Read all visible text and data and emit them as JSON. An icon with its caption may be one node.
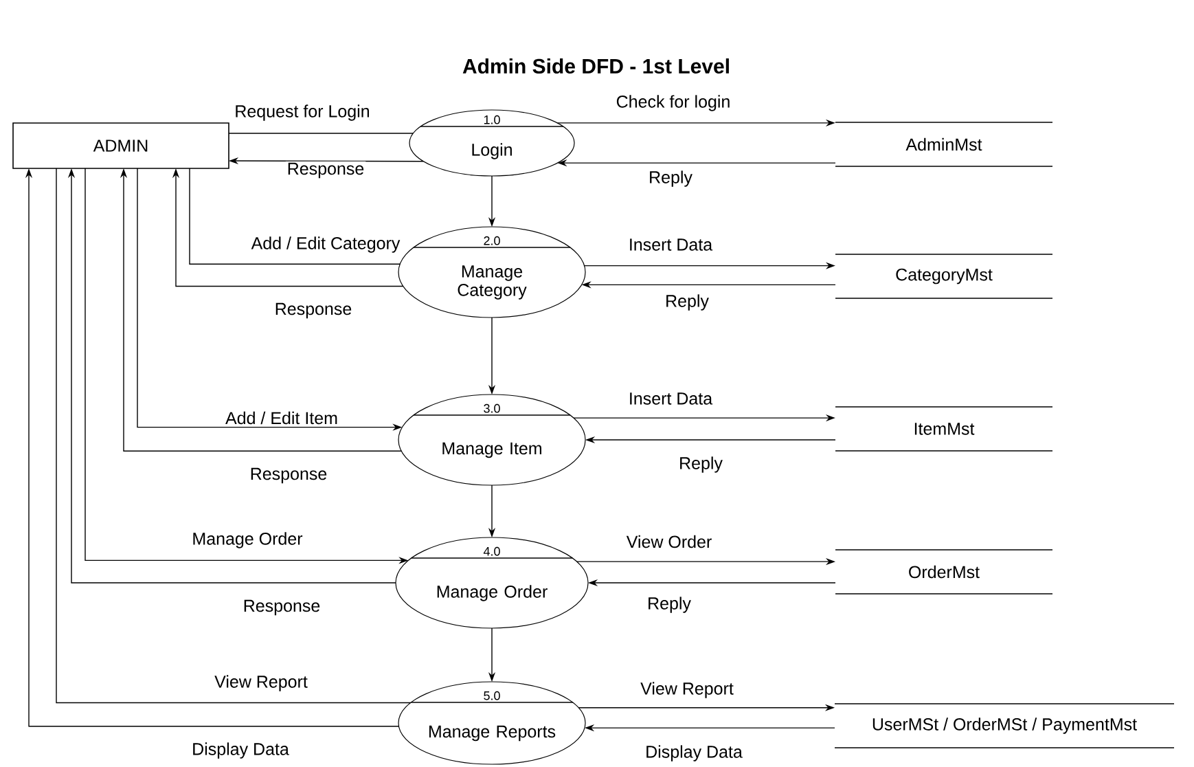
{
  "diagram": {
    "title": "Admin Side DFD - 1st Level",
    "nodes": [
      {
        "text": [
          "ADMIN"
        ]
      },
      {
        "text": [
          "1.0",
          "Login"
        ]
      },
      {
        "text": [
          "2.0",
          "Manage Category"
        ]
      },
      {
        "text": [
          "3.0",
          "Manage Item"
        ]
      },
      {
        "text": [
          "4.0",
          "Manage Order"
        ]
      },
      {
        "text": [
          "5.0",
          "Manage Reports"
        ]
      },
      {
        "text": [
          "AdminMst"
        ]
      },
      {
        "text": [
          "CategoryMst"
        ]
      },
      {
        "text": [
          "ItemMst"
        ]
      },
      {
        "text": [
          "OrderMst"
        ]
      },
      {
        "text": [
          "UserMSt / OrderMSt / PaymentMst"
        ]
      }
    ],
    "edges": [
      {
        "from": 0,
        "to": 1,
        "arrow": "none",
        "label": "Request for Login"
      },
      {
        "from": 1,
        "to": 0,
        "arrow": "to",
        "label": "Response"
      },
      {
        "from": 1,
        "to": 6,
        "arrow": "to",
        "label": "Check for login"
      },
      {
        "from": 6,
        "to": 1,
        "arrow": "to",
        "label": "Reply"
      },
      {
        "from": 1,
        "to": 2,
        "arrow": "to"
      },
      {
        "from": 0,
        "to": 2,
        "arrow": "none",
        "label": "Add / Edit Category"
      },
      {
        "from": 2,
        "to": 0,
        "arrow": "to",
        "label": "Response"
      },
      {
        "from": 2,
        "to": 7,
        "arrow": "to",
        "label": "Insert Data"
      },
      {
        "from": 7,
        "to": 2,
        "arrow": "to",
        "label": "Reply"
      },
      {
        "from": 2,
        "to": 3,
        "arrow": "to"
      },
      {
        "from": 0,
        "to": 3,
        "arrow": "to",
        "label": "Add / Edit Item"
      },
      {
        "from": 3,
        "to": 0,
        "arrow": "to",
        "label": "Response"
      },
      {
        "from": 3,
        "to": 8,
        "arrow": "to",
        "label": "Insert Data"
      },
      {
        "from": 8,
        "to": 3,
        "arrow": "to",
        "label": "Reply"
      },
      {
        "from": 3,
        "to": 4,
        "arrow": "to"
      },
      {
        "from": 0,
        "to": 4,
        "arrow": "to",
        "label": "Manage Order"
      },
      {
        "from": 4,
        "to": 0,
        "arrow": "to",
        "label": "Response"
      },
      {
        "from": 4,
        "to": 9,
        "arrow": "to",
        "label": "View Order"
      },
      {
        "from": 9,
        "to": 4,
        "arrow": "to",
        "label": "Reply"
      },
      {
        "from": 4,
        "to": 5,
        "arrow": "to"
      },
      {
        "from": 0,
        "to": 5,
        "arrow": "none",
        "label": "View Report"
      },
      {
        "from": 5,
        "to": 0,
        "arrow": "to",
        "label": "Display Data"
      },
      {
        "from": 5,
        "to": 10,
        "arrow": "to",
        "label": "View Report"
      },
      {
        "from": 10,
        "to": 5,
        "arrow": "to",
        "label": "Display Data"
      }
    ]
  }
}
